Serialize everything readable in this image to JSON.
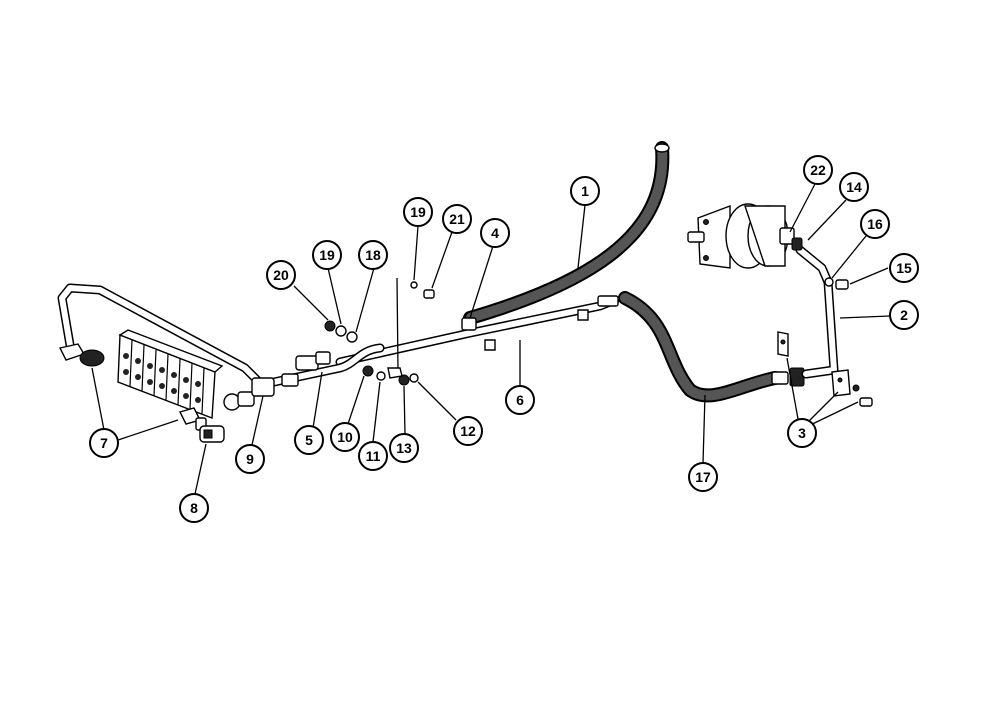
{
  "diagram": {
    "callouts": [
      {
        "id": "c1",
        "label": "1"
      },
      {
        "id": "c2",
        "label": "2"
      },
      {
        "id": "c3",
        "label": "3"
      },
      {
        "id": "c4",
        "label": "4"
      },
      {
        "id": "c5",
        "label": "5"
      },
      {
        "id": "c6",
        "label": "6"
      },
      {
        "id": "c7",
        "label": "7"
      },
      {
        "id": "c8",
        "label": "8"
      },
      {
        "id": "c9",
        "label": "9"
      },
      {
        "id": "c10",
        "label": "10"
      },
      {
        "id": "c11",
        "label": "11"
      },
      {
        "id": "c12",
        "label": "12"
      },
      {
        "id": "c13",
        "label": "13"
      },
      {
        "id": "c14",
        "label": "14"
      },
      {
        "id": "c15",
        "label": "15"
      },
      {
        "id": "c16",
        "label": "16"
      },
      {
        "id": "c17",
        "label": "17"
      },
      {
        "id": "c18",
        "label": "18"
      },
      {
        "id": "c19a",
        "label": "19"
      },
      {
        "id": "c19b",
        "label": "19"
      },
      {
        "id": "c20",
        "label": "20"
      },
      {
        "id": "c21",
        "label": "21"
      },
      {
        "id": "c22",
        "label": "22"
      }
    ]
  }
}
